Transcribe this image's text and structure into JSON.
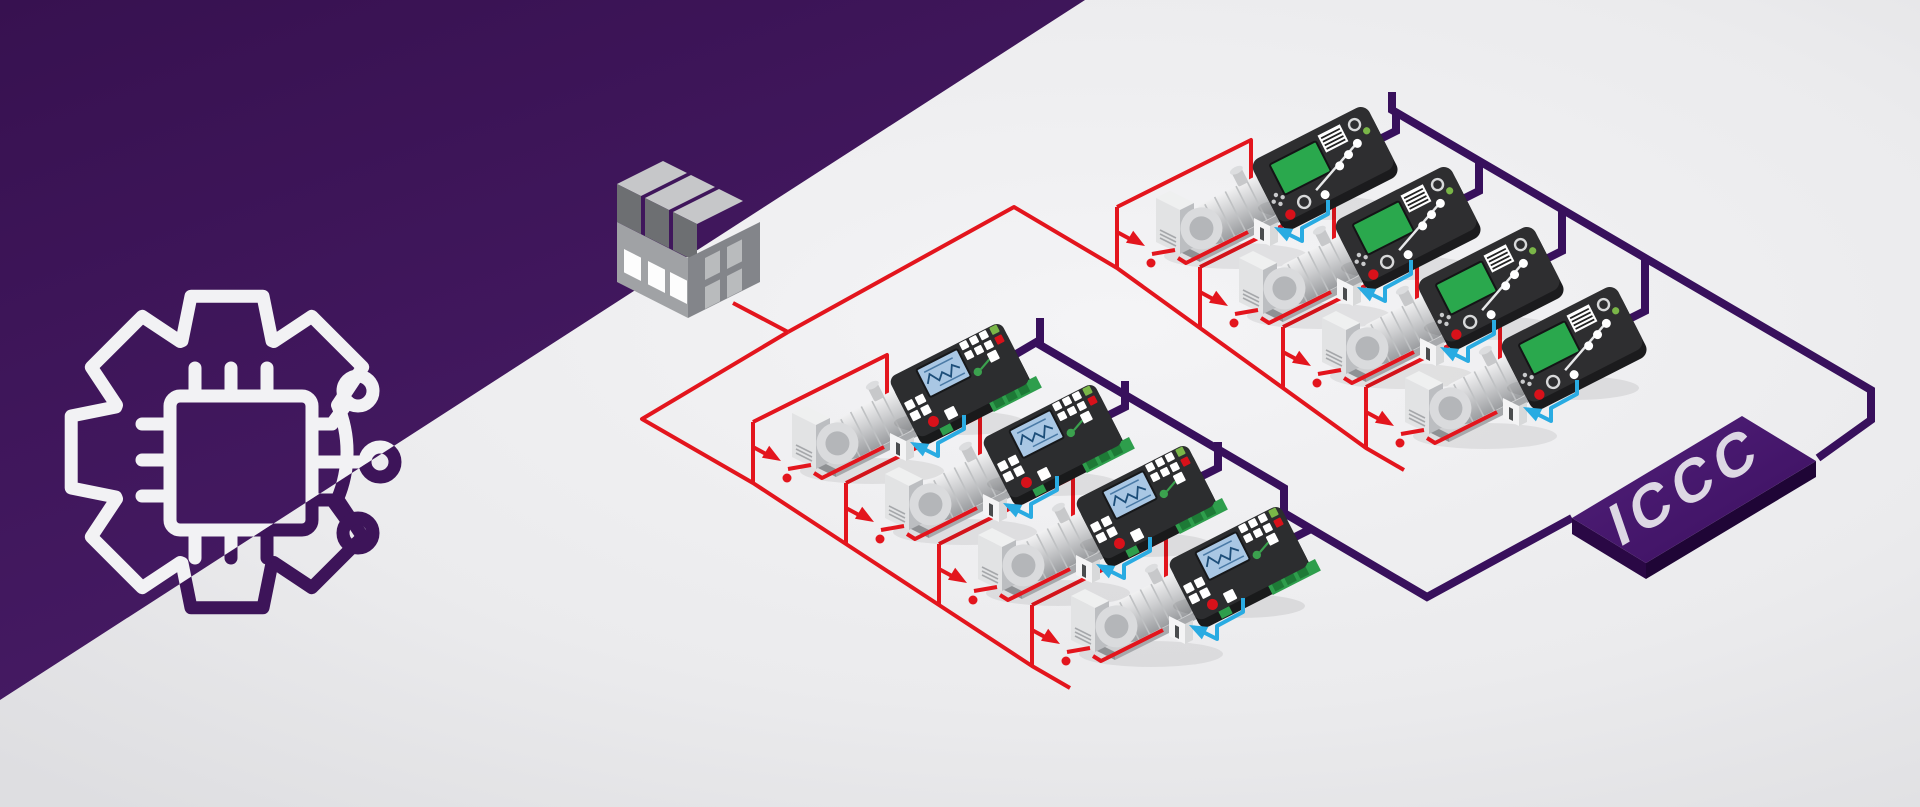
{
  "iccc": {
    "label": "ICCC"
  },
  "diagram": {
    "upper_genset_count": 4,
    "lower_genset_count": 4,
    "factory_count": 1,
    "controller_screen_upper": "green",
    "controller_screen_lower": "blue"
  },
  "colors": {
    "background": "#ebebed",
    "triangle_top": "#371150",
    "triangle_bottom": "#481c67",
    "wire_red": "#e3151d",
    "wire_blue": "#29abe2",
    "bus_purple": "#38105c",
    "panel_purple": "#4b1a70",
    "panel_purple_dark": "#2a0845",
    "icon_white": "#f2f2f4",
    "icon_purple": "#3d1459",
    "screen_green": "#2aa84d",
    "screen_blue": "#a9c7e4",
    "led_green": "#7ab648",
    "button_red": "#d8111a",
    "text_light": "#ddd8e4"
  }
}
